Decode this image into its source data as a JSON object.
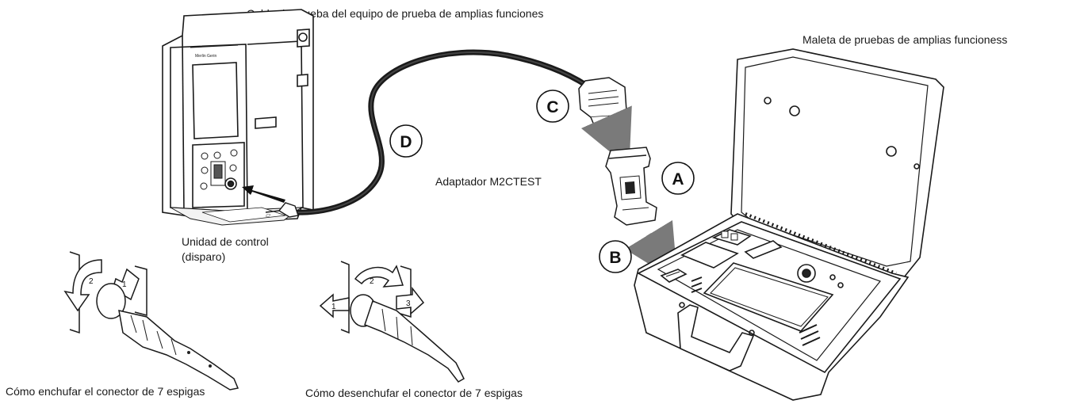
{
  "labels": {
    "cable": "Cable de prueba del equipo de prueba de amplias funciones",
    "case": "Maleta de pruebas de amplias funcioness",
    "adapter": "Adaptador M2CTEST",
    "control_unit_line1": "Unidad de control",
    "control_unit_line2": "(disparo)",
    "plug_in": "Cómo enchufar el conector de 7 espigas",
    "unplug": "Cómo desenchufar el conector de 7 espigas"
  },
  "callouts": {
    "a": "A",
    "b": "B",
    "c": "C",
    "d": "D"
  },
  "step_numbers": {
    "plug_step1": "1",
    "plug_step2": "2",
    "unplug_step1": "1",
    "unplug_step2": "2",
    "unplug_step3": "3"
  }
}
